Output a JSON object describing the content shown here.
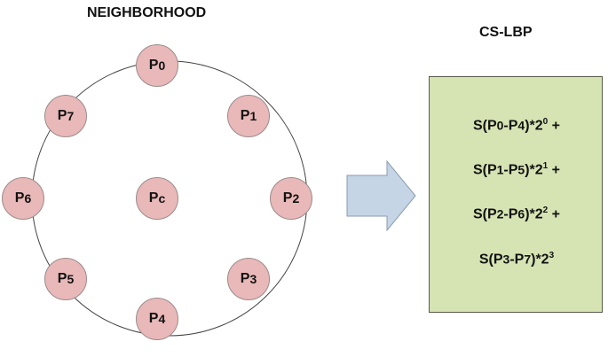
{
  "titles": {
    "neighborhood": "NEIGHBORHOOD",
    "cslbp": "CS-LBP"
  },
  "nodes": [
    {
      "id": "p0",
      "letter": "P",
      "sub": "0"
    },
    {
      "id": "p1",
      "letter": "P",
      "sub": "1"
    },
    {
      "id": "p2",
      "letter": "P",
      "sub": "2"
    },
    {
      "id": "p3",
      "letter": "P",
      "sub": "3"
    },
    {
      "id": "p4",
      "letter": "P",
      "sub": "4"
    },
    {
      "id": "p5",
      "letter": "P",
      "sub": "5"
    },
    {
      "id": "p6",
      "letter": "P",
      "sub": "6"
    },
    {
      "id": "p7",
      "letter": "P",
      "sub": "7"
    },
    {
      "id": "pc",
      "letter": "P",
      "sub": "c"
    }
  ],
  "terms": [
    {
      "prefix": "S(P",
      "i1": "0",
      "mid": "-P",
      "i2": "4",
      "close": ")*2",
      "exp": "0",
      "op": " +"
    },
    {
      "prefix": "S(P",
      "i1": "1",
      "mid": "-P",
      "i2": "5",
      "close": ")*2",
      "exp": "1",
      "op": " +"
    },
    {
      "prefix": "S(P",
      "i1": "2",
      "mid": "-P",
      "i2": "6",
      "close": ")*2",
      "exp": "2",
      "op": " +"
    },
    {
      "prefix": "S(P",
      "i1": "3",
      "mid": "-P",
      "i2": "7",
      "close": ")*2",
      "exp": "3",
      "op": ""
    }
  ],
  "colors": {
    "node_fill": "#e9b8b8",
    "box_fill": "#d6e4b4",
    "arrow_fill": "#c5d5e6"
  }
}
